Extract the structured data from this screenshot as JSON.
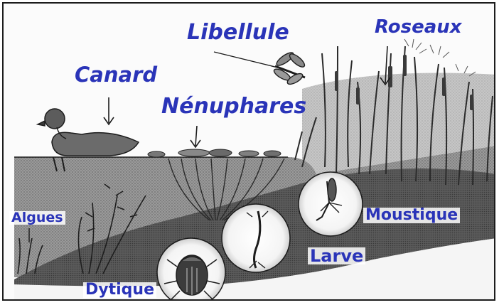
{
  "labels": {
    "libellule": "Libellule",
    "roseaux": "Roseaux",
    "canard": "Canard",
    "nenuphares": "Nénuphares",
    "algues": "Algues",
    "moustique": "Moustique",
    "larve": "Larve",
    "dytique": "Dytique"
  },
  "colors": {
    "label_ink": "#2a34b8",
    "water": "#7a7a7a",
    "bank": "#4d4d4d",
    "outline": "#1c1c1c"
  }
}
